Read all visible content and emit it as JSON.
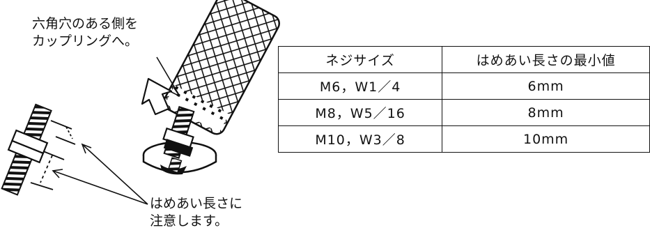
{
  "notes": {
    "top": "六角穴のある側を\nカップリングへ。",
    "bottom": "はめあい長さに\n注意します。"
  },
  "spec_table": {
    "headers": [
      "ネジサイズ",
      "はめあい長さの最小値"
    ],
    "rows": [
      [
        "M6，W1／4",
        "6mm"
      ],
      [
        "M8，W5／16",
        "8mm"
      ],
      [
        "M10，W3／8",
        "10mm"
      ]
    ]
  }
}
